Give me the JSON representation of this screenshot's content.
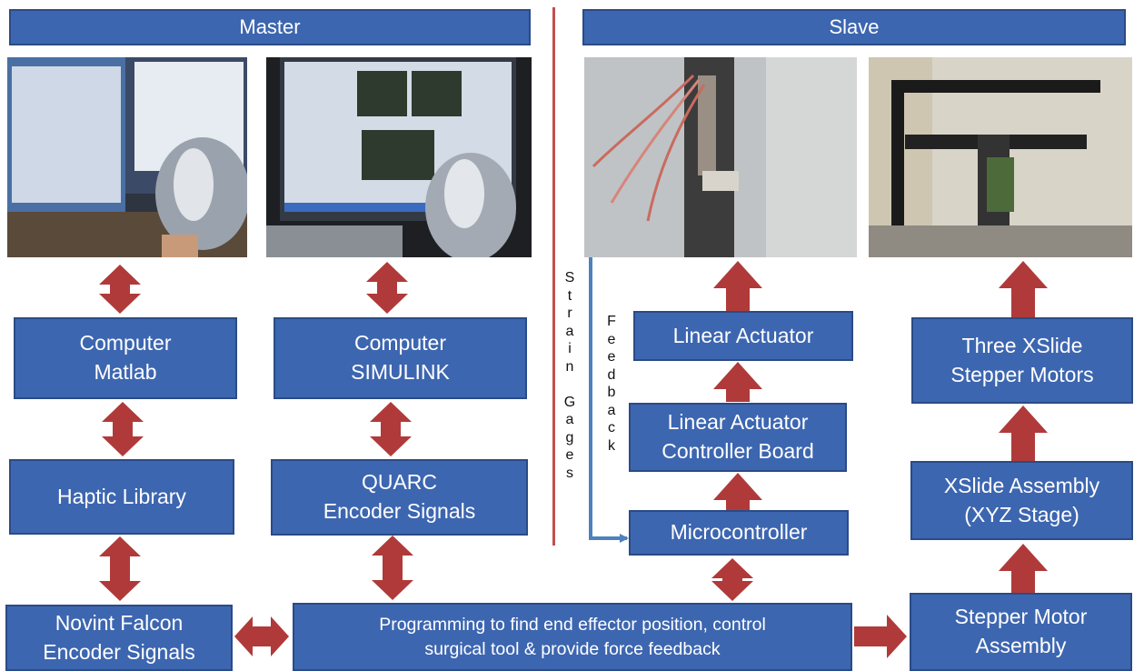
{
  "headers": {
    "master": "Master",
    "slave": "Slave"
  },
  "boxes": {
    "computer_matlab": [
      "Computer",
      "Matlab"
    ],
    "computer_simulink": [
      "Computer",
      "SIMULINK"
    ],
    "haptic_library": [
      "Haptic Library"
    ],
    "quarc": [
      "QUARC",
      "Encoder Signals"
    ],
    "novint_falcon": [
      "Novint Falcon",
      "Encoder Signals"
    ],
    "programming": [
      "Programming to find end effector position, control",
      "surgical tool & provide force feedback"
    ],
    "linear_actuator": [
      "Linear Actuator"
    ],
    "controller_board": [
      "Linear Actuator",
      "Controller Board"
    ],
    "microcontroller": [
      "Microcontroller"
    ],
    "three_xslide": [
      "Three XSlide",
      "Stepper Motors"
    ],
    "xslide_assembly": [
      "XSlide Assembly",
      "(XYZ Stage)"
    ],
    "stepper_motor": [
      "Stepper Motor",
      "Assembly"
    ]
  },
  "side_labels": {
    "strain_gages": "Strain Gages",
    "feedback": "Feedback"
  },
  "colors": {
    "box_fill": "#3d66b0",
    "box_border": "#2a4b86",
    "arrow": "#b03a3a",
    "divider": "#c0504d",
    "feedback_line": "#4f81bd"
  }
}
